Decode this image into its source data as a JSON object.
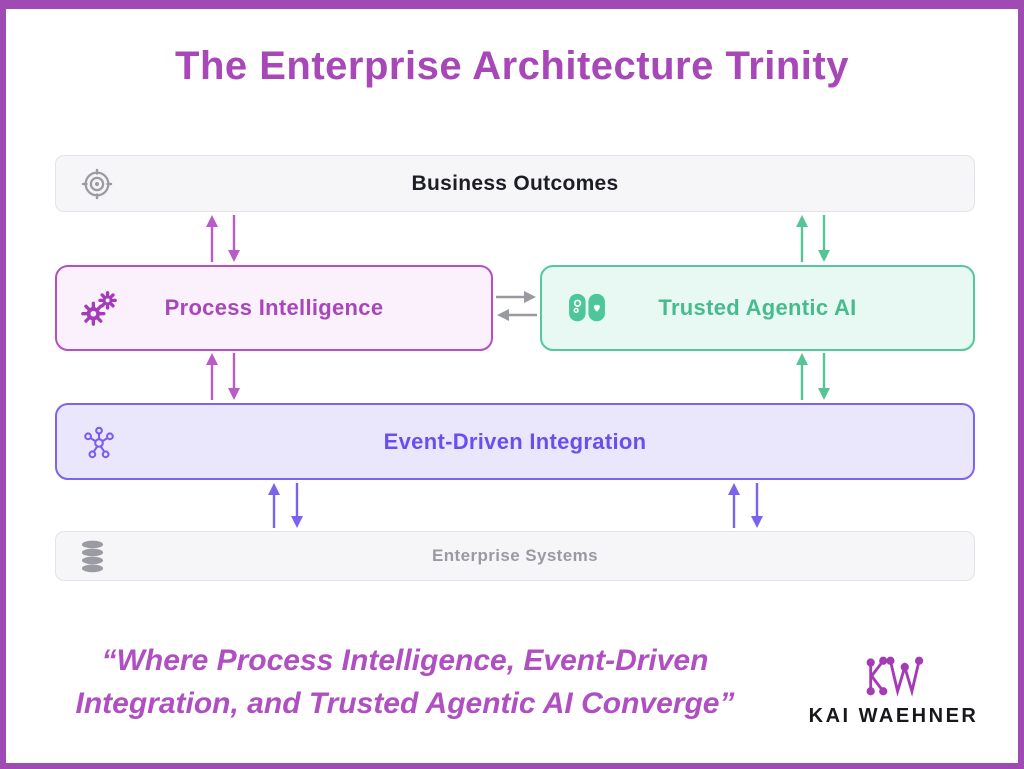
{
  "title": "The Enterprise Architecture Trinity",
  "diagram": {
    "business_outcomes": {
      "label": "Business Outcomes",
      "icon": "target-icon"
    },
    "process_intelligence": {
      "label": "Process Intelligence",
      "icon": "gears-icon"
    },
    "trusted_agentic_ai": {
      "label": "Trusted Agentic AI",
      "icon": "brain-icon"
    },
    "event_driven_integration": {
      "label": "Event-Driven Integration",
      "icon": "network-hub-icon"
    },
    "enterprise_systems": {
      "label": "Enterprise Systems",
      "icon": "database-icon"
    }
  },
  "quote": "“Where Process Intelligence, Event-Driven\nIntegration, and Trusted Agentic AI Converge”",
  "logo": {
    "monogram": "KW",
    "name": "KAI WAEHNER"
  },
  "theme": {
    "frame_border": "#a04ab4",
    "title_color": "#a847b8",
    "process_intelligence_accent": "#b44fc4",
    "trusted_agentic_ai_accent": "#54c89c",
    "event_driven_integration_accent": "#7e62f2",
    "neutral_gray": "#9a9aa3",
    "arrow_purple": "#b85cc8",
    "arrow_green": "#55c596",
    "arrow_violet": "#7a63ee",
    "arrow_gray": "#999aa0"
  }
}
